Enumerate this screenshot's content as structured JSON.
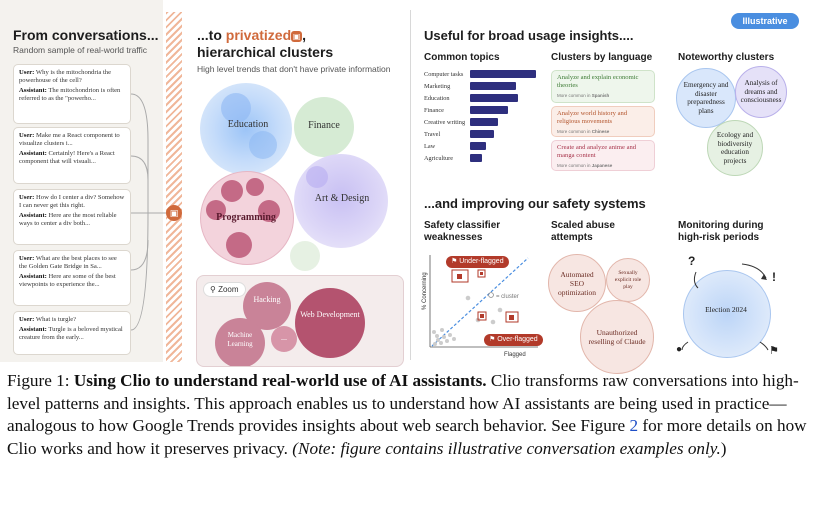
{
  "left": {
    "title": "From conversations...",
    "subtitle": "Random sample of real-world traffic",
    "conversations": [
      {
        "user_role": "User:",
        "user": "Why is the mitochondria the powerhouse of the cell?",
        "assistant_role": "Assistant:",
        "assistant": "The mitochondrion is often referred to as the \"powerho..."
      },
      {
        "user_role": "User:",
        "user": "Make me a React component to visualize clusters i...",
        "assistant_role": "Assistant:",
        "assistant": "Certainly! Here's a React component that will visuali..."
      },
      {
        "user_role": "User:",
        "user": "How do I center a div? Somehow I can never get this right.",
        "assistant_role": "Assistant:",
        "assistant": "Here are the most reliable ways to center a div both..."
      },
      {
        "user_role": "User:",
        "user": "What are the best places to see the Golden Gate Bridge in Sa...",
        "assistant_role": "Assistant:",
        "assistant": "Here are some of the best viewpoints to experience the..."
      },
      {
        "user_role": "User:",
        "user": "What is turgle?",
        "assistant_role": "Assistant:",
        "assistant": "Turgle is a beloved mystical creature from the early..."
      }
    ]
  },
  "middle": {
    "title_prefix": "...to ",
    "title_highlight": "privatized",
    "title_suffix": ",",
    "title_line2": "hierarchical clusters",
    "subtitle": "High level trends that don't have private information",
    "clusters": {
      "education": "Education",
      "finance": "Finance",
      "art": "Art & Design",
      "programming": "Programming"
    },
    "zoom": {
      "label": "Zoom",
      "hacking": "Hacking",
      "web": "Web Development",
      "ml": "Machine Learning",
      "more": "..."
    }
  },
  "right": {
    "badge": "Illustrative",
    "usage_title": "Useful for broad usage insights....",
    "common_topics": {
      "title": "Common topics",
      "items": [
        {
          "label": "Computer tasks",
          "value": 1.0
        },
        {
          "label": "Marketing",
          "value": 0.7
        },
        {
          "label": "Education",
          "value": 0.72
        },
        {
          "label": "Finance",
          "value": 0.58
        },
        {
          "label": "Creative writing",
          "value": 0.42
        },
        {
          "label": "Travel",
          "value": 0.36
        },
        {
          "label": "Law",
          "value": 0.24
        },
        {
          "label": "Agriculture",
          "value": 0.18
        }
      ]
    },
    "by_language": {
      "title": "Clusters by language",
      "items": [
        {
          "text": "Analyze and explain economic theories",
          "note_prefix": "More common in ",
          "language": "Spanish",
          "bg": "#eef6ec",
          "border": "#cfe3c9",
          "color": "#3c7a34"
        },
        {
          "text": "Analyze world history and religious movements",
          "note_prefix": "More common in ",
          "language": "Chinese",
          "bg": "#fbeee8",
          "border": "#f0cdbe",
          "color": "#b3542c"
        },
        {
          "text": "Create and analyze anime and manga content",
          "note_prefix": "More common in ",
          "language": "Japanese",
          "bg": "#fbeef0",
          "border": "#efcfd6",
          "color": "#a8354c"
        }
      ]
    },
    "noteworthy": {
      "title": "Noteworthy clusters",
      "items": [
        "Emergency and disaster preparedness plans",
        "Analysis of dreams and consciousness",
        "Ecology and biodiversity education projects"
      ]
    },
    "safety_title": "...and improving our safety systems",
    "classifier": {
      "title_line1": "Safety classifier",
      "title_line2": "weaknesses",
      "ylabel": "% Concerning",
      "xlabel": "Flagged",
      "under": "Under-flagged",
      "over": "Over-flagged",
      "cluster_note": "= cluster"
    },
    "abuse": {
      "title_line1": "Scaled abuse",
      "title_line2": "attempts",
      "items": [
        "Automated SEO optimization",
        "Sexually explicit role play",
        "Unauthorized reselling of Claude"
      ]
    },
    "monitoring": {
      "title_line1": "Monitoring during",
      "title_line2": "high-risk periods",
      "center": "Election 2024",
      "q": "?",
      "excl": "!"
    }
  },
  "caption": {
    "fig": "Figure 1: ",
    "bold": "Using Clio to understand real-world use of AI assistants.",
    "text1": " Clio transforms raw conversations into high-level patterns and insights. This approach enables us to understand how AI assistants are being used in practice—analogous to how Google Trends provides insights about web search behavior. See Figure ",
    "ref": "2",
    "text2": " for more details on how Clio works and how it preserves privacy. ",
    "note": "(Note: figure contains illustrative conversation examples only.",
    "close": ")"
  }
}
